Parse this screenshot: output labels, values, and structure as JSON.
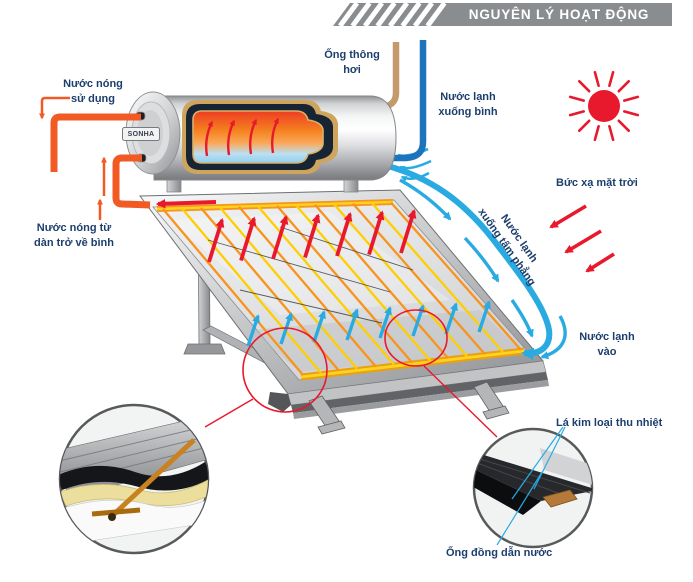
{
  "banner": {
    "title": "NGUYÊN LÝ HOẠT ĐỘNG"
  },
  "tank": {
    "brand": "SONHA"
  },
  "labels": {
    "vent_pipe": [
      "Ống thông",
      "hơi"
    ],
    "cold_to_tank": [
      "Nước lạnh",
      "xuống bình"
    ],
    "hot_water_use": [
      "Nước nóng",
      "sử dụng"
    ],
    "hot_return": [
      "Nước nóng từ",
      "dàn trở về bình"
    ],
    "solar_radiation": "Bức xạ mặt trời",
    "cold_to_panel": [
      "Nước lạnh",
      "xuống tấm phẳng"
    ],
    "cold_water_in": [
      "Nước lạnh",
      "vào"
    ],
    "metal_fin": "Lá kim loại thu nhiệt",
    "copper_pipe": "Ống đồng dẫn nước"
  },
  "colors": {
    "hot_pipe": "#f15a24",
    "cold_pipe_dark": "#1c75bc",
    "cold_pipe_light": "#29abe2",
    "vent_pipe": "#c49a6c",
    "radiation_red": "#e8192c",
    "banner_gray": "#8a8d90",
    "label_text": "#1c3e6c"
  }
}
